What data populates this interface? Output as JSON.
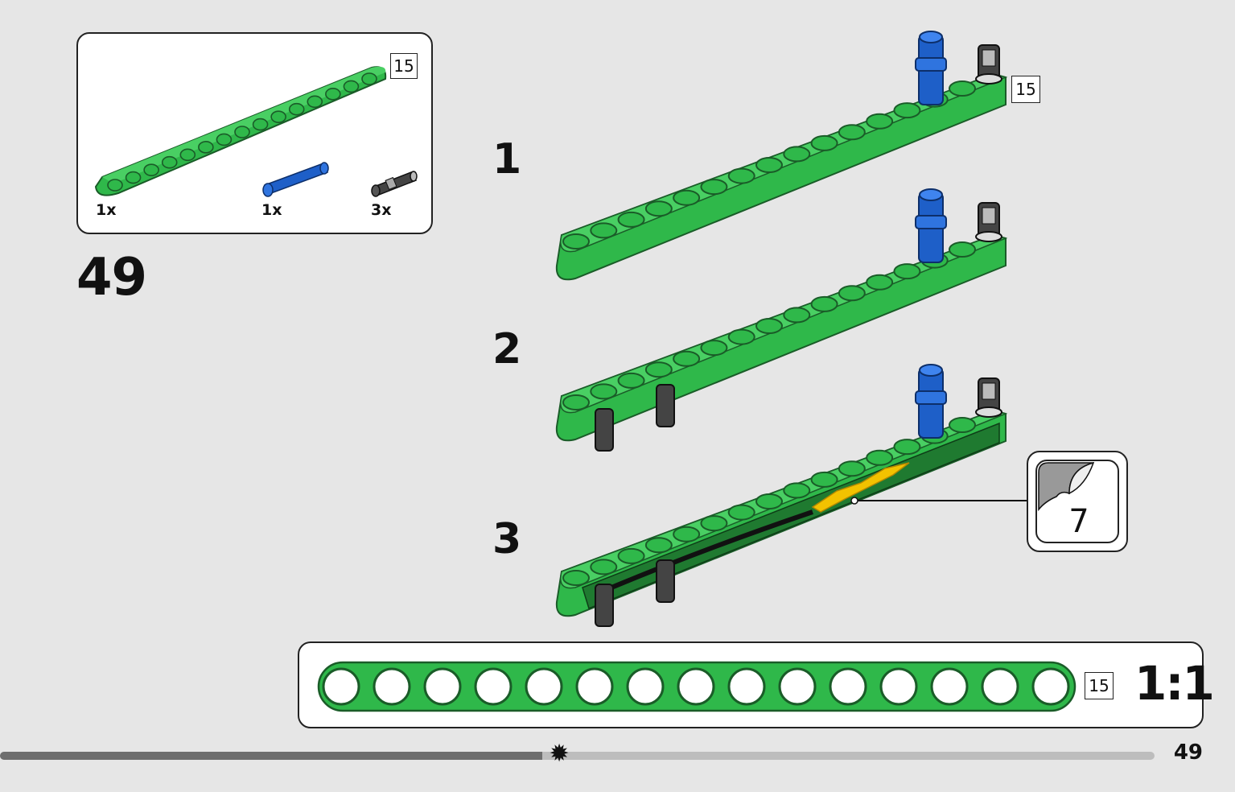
{
  "page": {
    "step_number": "49",
    "page_number": "49",
    "progress_fraction": 0.47
  },
  "parts_list": {
    "items": [
      {
        "name": "green-technic-beam-15",
        "qty": "1x",
        "length": "15"
      },
      {
        "name": "blue-technic-pin",
        "qty": "1x"
      },
      {
        "name": "black-technic-pin",
        "qty": "3x"
      }
    ]
  },
  "substeps": [
    {
      "number": "1",
      "length_badge": "15"
    },
    {
      "number": "2"
    },
    {
      "number": "3"
    }
  ],
  "sticker": {
    "number": "7"
  },
  "scale_check": {
    "length": "15",
    "ratio": "1:1"
  },
  "colors": {
    "beam_green": "#2fb84a",
    "beam_green_dark": "#1e8a34",
    "pin_blue": "#1e5fc8",
    "pin_black": "#333333",
    "background": "#e6e6e6"
  }
}
